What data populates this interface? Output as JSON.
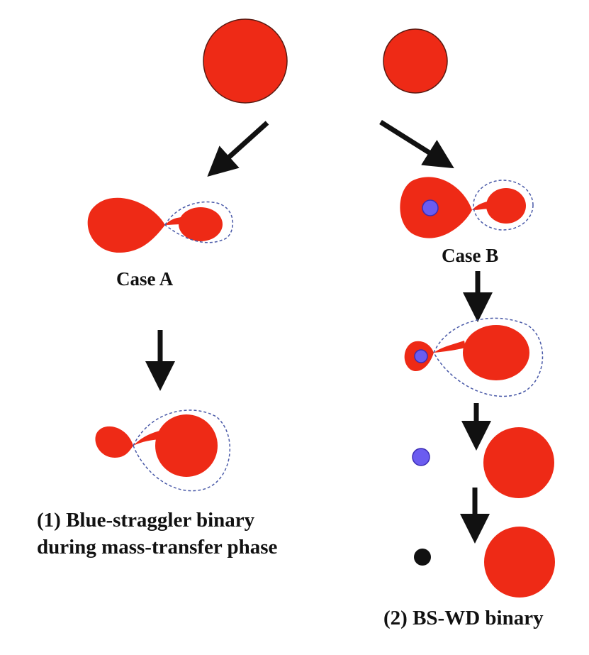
{
  "labels": {
    "case_a": "Case A",
    "case_b": "Case B",
    "caption_1_line1": "(1) Blue-straggler binary",
    "caption_1_line2": "during mass-transfer phase",
    "caption_2": "(2) BS-WD binary"
  },
  "colors": {
    "star_red": "#ee2a16",
    "star_outline": "#5a1a12",
    "white_dwarf_core": "#6b5cf0",
    "white_dwarf_final": "#111111",
    "roche_lobe_dash": "#4a5aa8",
    "arrow": "#111111"
  },
  "icons": {
    "arrow": "black-arrow",
    "star": "red-circle",
    "roche_lobe": "dashed-ellipse"
  }
}
